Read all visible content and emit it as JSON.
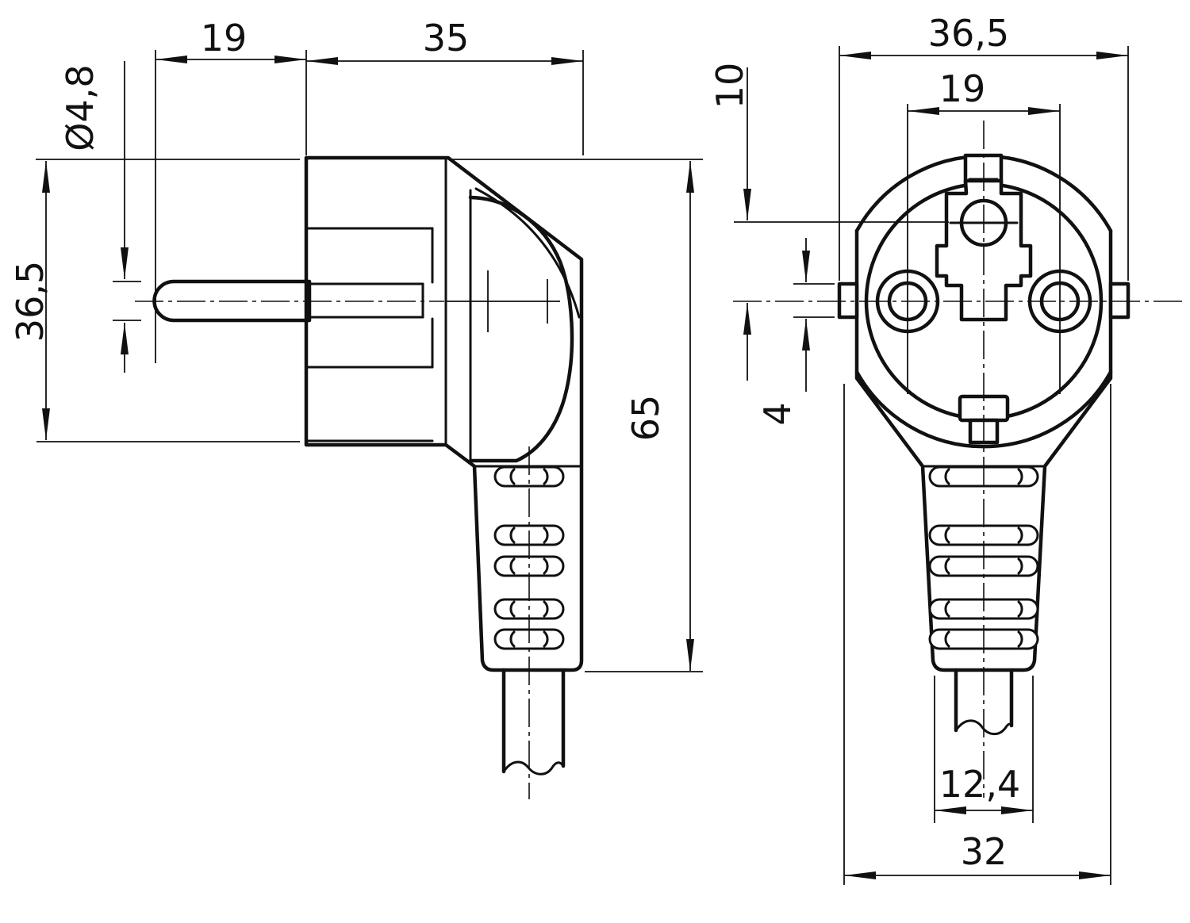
{
  "drawing": {
    "type": "technical-dimension-drawing",
    "subject": "angled Schuko mains plug, side view and front view",
    "colors": {
      "line": "#111111",
      "background": "#ffffff"
    },
    "left_view": {
      "pin_length": "19",
      "body_depth": "35",
      "pin_diameter": "Ø4,8",
      "face_diameter": "36,5",
      "overall_height": "65"
    },
    "right_view": {
      "overall_width": "36,5",
      "earth_contact_offset": "10",
      "pin_spacing": "19",
      "side_notch_height": "4",
      "grip_width": "12,4",
      "body_width": "32"
    }
  }
}
